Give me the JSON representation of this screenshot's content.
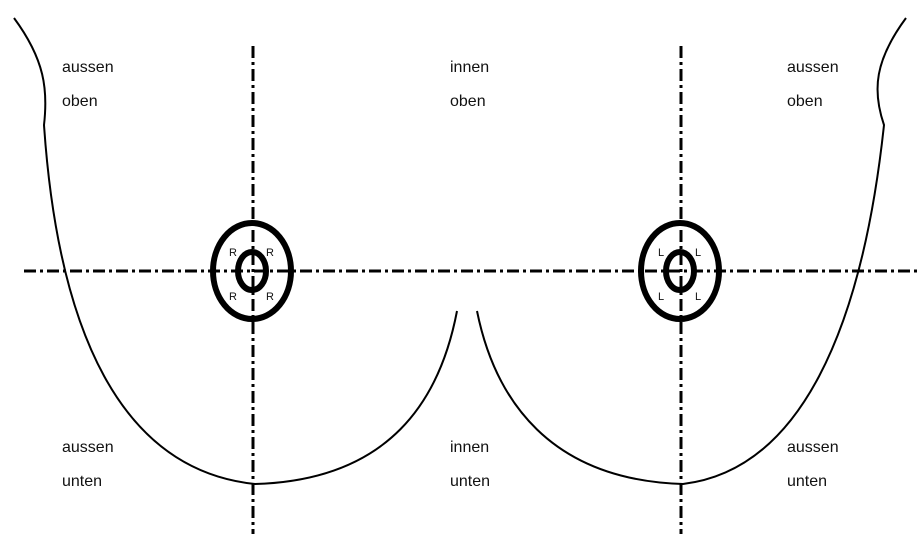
{
  "colors": {
    "line": "#000000",
    "background": "#ffffff"
  },
  "quadrants": {
    "top_left": {
      "line1": "aussen",
      "line2": "oben"
    },
    "top_center": {
      "line1": "innen",
      "line2": "oben"
    },
    "top_right": {
      "line1": "aussen",
      "line2": "oben"
    },
    "bottom_left": {
      "line1": "aussen",
      "line2": "unten"
    },
    "bottom_center": {
      "line1": "innen",
      "line2": "unten"
    },
    "bottom_right": {
      "line1": "aussen",
      "line2": "unten"
    }
  },
  "right_breast": {
    "marker": "R"
  },
  "left_breast": {
    "marker": "L"
  }
}
